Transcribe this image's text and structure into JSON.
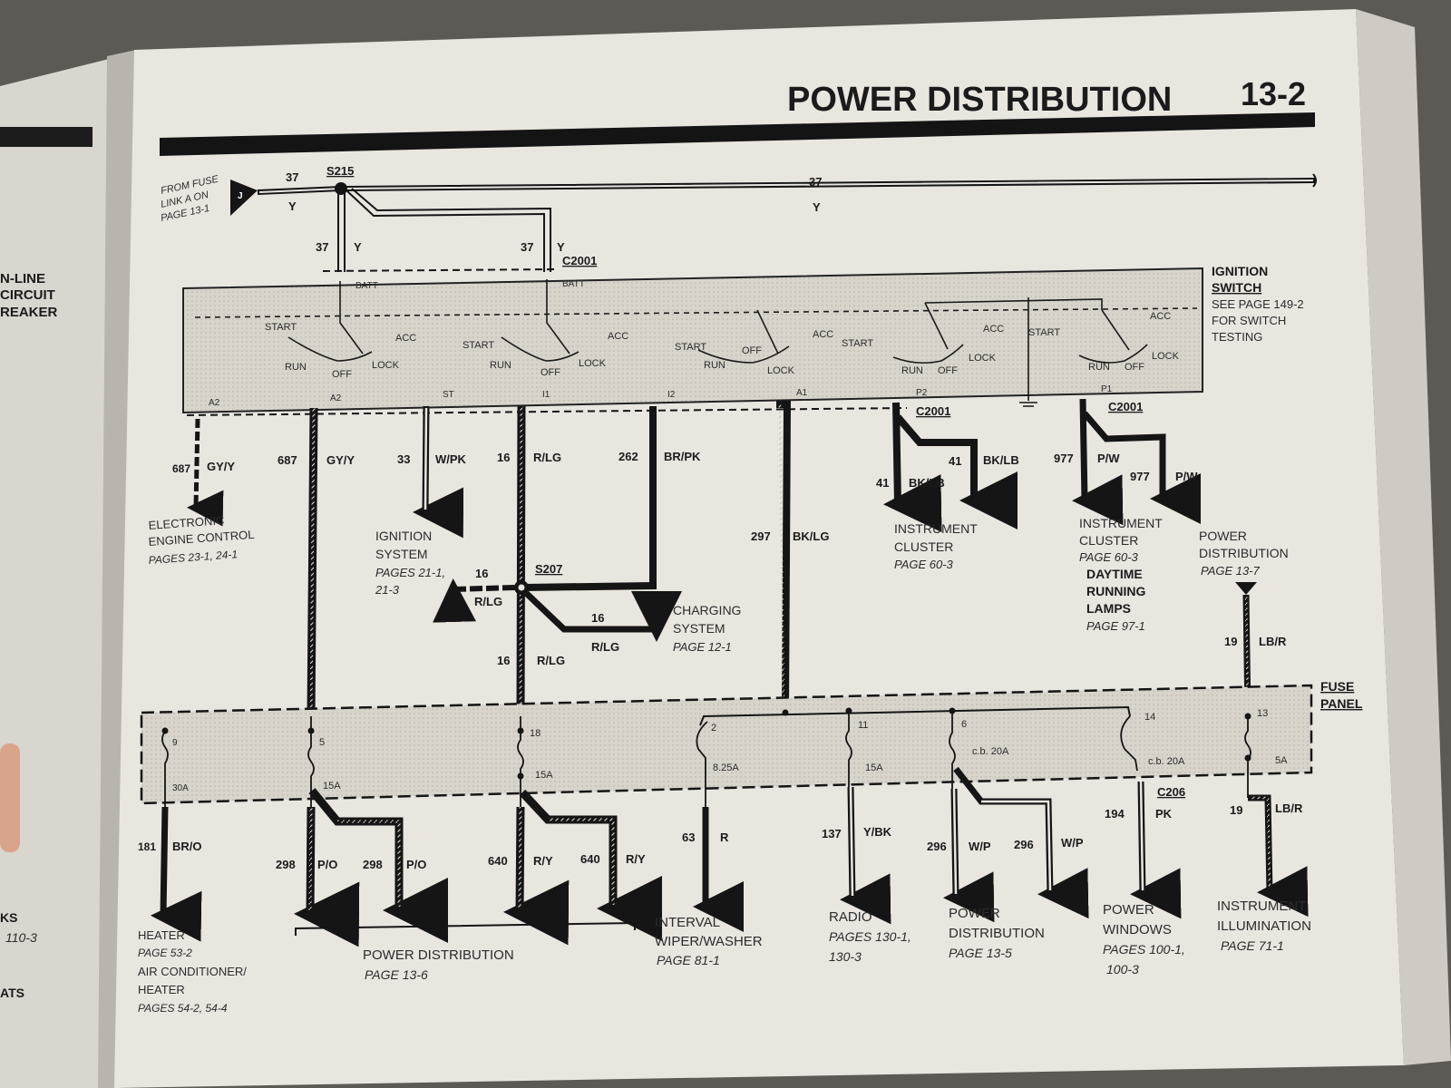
{
  "header": {
    "title": "POWER DISTRIBUTION",
    "page": "13-2"
  },
  "left_page": {
    "lines": [
      "N-LINE",
      "CIRCUIT",
      "REAKER",
      "KS",
      "110-3",
      "ATS"
    ]
  },
  "feed": {
    "from": [
      "FROM FUSE",
      "LINK A ON",
      "PAGE 13-1"
    ],
    "connector": "J",
    "splice": "S215",
    "circuit": "37",
    "color": "Y"
  },
  "ignition_switch": {
    "title": [
      "IGNITION",
      "SWITCH"
    ],
    "see": [
      "SEE PAGE 149-2",
      "FOR SWITCH",
      "TESTING"
    ],
    "connector": "C2001",
    "batt": "BATT",
    "positions": {
      "start": "START",
      "run": "RUN",
      "off": "OFF",
      "acc": "ACC",
      "lock": "LOCK"
    },
    "terminals": [
      "A2",
      "A2",
      "ST",
      "I1",
      "I2",
      "A1",
      "P2",
      "P1"
    ]
  },
  "wires": {
    "w687": {
      "num": "687",
      "color": "GY/Y"
    },
    "w33": {
      "num": "33",
      "color": "W/PK"
    },
    "w16": {
      "num": "16",
      "color": "R/LG"
    },
    "w262": {
      "num": "262",
      "color": "BR/PK"
    },
    "w297": {
      "num": "297",
      "color": "BK/LG"
    },
    "w41": {
      "num": "41",
      "color": "BK/LB"
    },
    "w977": {
      "num": "977",
      "color": "P/W"
    },
    "w19": {
      "num": "19",
      "color": "LB/R"
    },
    "w181": {
      "num": "181",
      "color": "BR/O"
    },
    "w298": {
      "num": "298",
      "color": "P/O"
    },
    "w640": {
      "num": "640",
      "color": "R/Y"
    },
    "w63": {
      "num": "63",
      "color": "R"
    },
    "w137": {
      "num": "137",
      "color": "Y/BK"
    },
    "w296": {
      "num": "296",
      "color": "W/P"
    },
    "w194": {
      "num": "194",
      "color": "PK"
    }
  },
  "splices": {
    "s207": "S207",
    "c206": "C206"
  },
  "destinations": {
    "eec": [
      "ELECTRONIC",
      "ENGINE CONTROL",
      "PAGES 23-1, 24-1"
    ],
    "ign": [
      "IGNITION",
      "SYSTEM",
      "PAGES 21-1,",
      "21-3"
    ],
    "chg": [
      "CHARGING",
      "SYSTEM",
      "PAGE 12-1"
    ],
    "cluster1": [
      "INSTRUMENT",
      "CLUSTER",
      "PAGE 60-3"
    ],
    "cluster2": [
      "INSTRUMENT",
      "CLUSTER",
      "PAGE 60-3",
      "DAYTIME",
      "RUNNING",
      "LAMPS",
      "PAGE 97-1"
    ],
    "pd7": [
      "POWER",
      "DISTRIBUTION",
      "PAGE 13-7"
    ],
    "heater": [
      "HEATER",
      "PAGE 53-2",
      "AIR CONDITIONER/",
      "HEATER",
      "PAGES 54-2, 54-4"
    ],
    "pd6": [
      "POWER DISTRIBUTION",
      "PAGE 13-6"
    ],
    "wiper": [
      "INTERVAL",
      "WIPER/WASHER",
      "PAGE 81-1"
    ],
    "radio": [
      "RADIO",
      "PAGES 130-1,",
      "130-3"
    ],
    "pd5": [
      "POWER",
      "DISTRIBUTION",
      "PAGE 13-5"
    ],
    "windows": [
      "POWER",
      "WINDOWS",
      "PAGES 100-1,",
      "100-3"
    ],
    "illum": [
      "INSTRUMENT",
      "ILLUMINATION",
      "PAGE 71-1"
    ]
  },
  "fuse_panel": {
    "title": [
      "FUSE",
      "PANEL"
    ],
    "fuses": [
      {
        "num": "9",
        "rating": "30A"
      },
      {
        "num": "5",
        "rating": "15A"
      },
      {
        "num": "18",
        "rating": "15A"
      },
      {
        "num": "2",
        "rating": "8.25A"
      },
      {
        "num": "11",
        "rating": "15A"
      },
      {
        "num": "6",
        "rating": "c.b. 20A"
      },
      {
        "num": "14",
        "rating": "c.b. 20A"
      },
      {
        "num": "13",
        "rating": "5A"
      }
    ]
  }
}
